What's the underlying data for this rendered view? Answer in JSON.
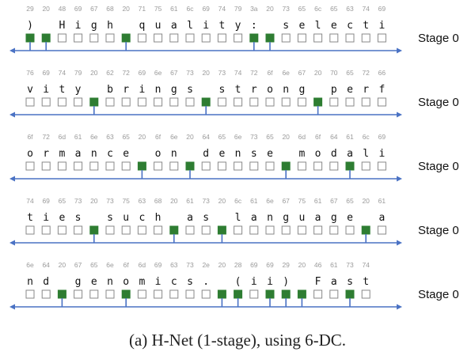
{
  "rows": [
    {
      "hex": [
        "29",
        "20",
        "48",
        "69",
        "67",
        "68",
        "20",
        "71",
        "75",
        "61",
        "6c",
        "69",
        "74",
        "79",
        "3a",
        "20",
        "73",
        "65",
        "6c",
        "65",
        "63",
        "74",
        "69"
      ],
      "chars": [
        ")",
        " ",
        "H",
        "i",
        "g",
        "h",
        " ",
        "q",
        "u",
        "a",
        "l",
        "i",
        "t",
        "y",
        ":",
        " ",
        "s",
        "e",
        "l",
        "e",
        "c",
        "t",
        "i"
      ],
      "selected": [
        0,
        1,
        6,
        14,
        15
      ],
      "stage_label": "Stage 0"
    },
    {
      "hex": [
        "76",
        "69",
        "74",
        "79",
        "20",
        "62",
        "72",
        "69",
        "6e",
        "67",
        "73",
        "20",
        "73",
        "74",
        "72",
        "6f",
        "6e",
        "67",
        "20",
        "70",
        "65",
        "72",
        "66"
      ],
      "chars": [
        "v",
        "i",
        "t",
        "y",
        " ",
        "b",
        "r",
        "i",
        "n",
        "g",
        "s",
        " ",
        "s",
        "t",
        "r",
        "o",
        "n",
        "g",
        " ",
        "p",
        "e",
        "r",
        "f"
      ],
      "selected": [
        4,
        11,
        18
      ],
      "stage_label": "Stage 0"
    },
    {
      "hex": [
        "6f",
        "72",
        "6d",
        "61",
        "6e",
        "63",
        "65",
        "20",
        "6f",
        "6e",
        "20",
        "64",
        "65",
        "6e",
        "73",
        "65",
        "20",
        "6d",
        "6f",
        "64",
        "61",
        "6c",
        "69"
      ],
      "chars": [
        "o",
        "r",
        "m",
        "a",
        "n",
        "c",
        "e",
        " ",
        "o",
        "n",
        " ",
        "d",
        "e",
        "n",
        "s",
        "e",
        " ",
        "m",
        "o",
        "d",
        "a",
        "l",
        "i"
      ],
      "selected": [
        7,
        10,
        16,
        20
      ],
      "stage_label": "Stage 0"
    },
    {
      "hex": [
        "74",
        "69",
        "65",
        "73",
        "20",
        "73",
        "75",
        "63",
        "68",
        "20",
        "61",
        "73",
        "20",
        "6c",
        "61",
        "6e",
        "67",
        "75",
        "61",
        "67",
        "65",
        "20",
        "61"
      ],
      "chars": [
        "t",
        "i",
        "e",
        "s",
        " ",
        "s",
        "u",
        "c",
        "h",
        " ",
        "a",
        "s",
        " ",
        "l",
        "a",
        "n",
        "g",
        "u",
        "a",
        "g",
        "e",
        " ",
        "a"
      ],
      "selected": [
        4,
        9,
        12,
        21
      ],
      "stage_label": "Stage 0"
    },
    {
      "hex": [
        "6e",
        "64",
        "20",
        "67",
        "65",
        "6e",
        "6f",
        "6d",
        "69",
        "63",
        "73",
        "2e",
        "20",
        "28",
        "69",
        "69",
        "29",
        "20",
        "46",
        "61",
        "73",
        "74"
      ],
      "chars": [
        "n",
        "d",
        " ",
        "g",
        "e",
        "n",
        "o",
        "m",
        "i",
        "c",
        "s",
        ".",
        " ",
        "(",
        "i",
        "i",
        ")",
        " ",
        "F",
        "a",
        "s",
        "t"
      ],
      "selected": [
        2,
        6,
        12,
        13,
        15,
        16,
        17,
        20
      ],
      "stage_label": "Stage 0"
    }
  ],
  "caption": "(a) H-Net (1-stage), using 6-DC.",
  "colors": {
    "hex_text": "#9a9a9a",
    "char_text": "#111111",
    "box_border": "#888888",
    "selected_fill": "#2e7d32",
    "arrow": "#4a72c4",
    "label_text": "#111111"
  }
}
